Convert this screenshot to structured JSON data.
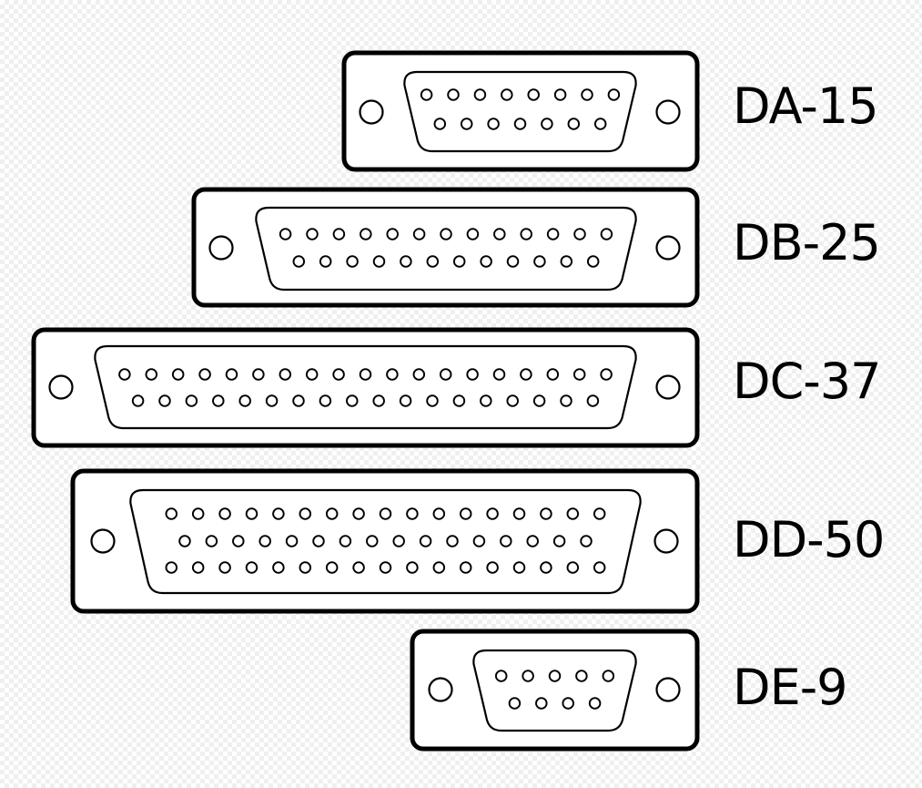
{
  "connectors": [
    {
      "name": "DA-15",
      "rows": [
        8,
        7
      ]
    },
    {
      "name": "DB-25",
      "rows": [
        13,
        12
      ]
    },
    {
      "name": "DC-37",
      "rows": [
        19,
        18
      ]
    },
    {
      "name": "DD-50",
      "rows": [
        17,
        16,
        17
      ]
    },
    {
      "name": "DE-9",
      "rows": [
        5,
        4
      ]
    }
  ]
}
